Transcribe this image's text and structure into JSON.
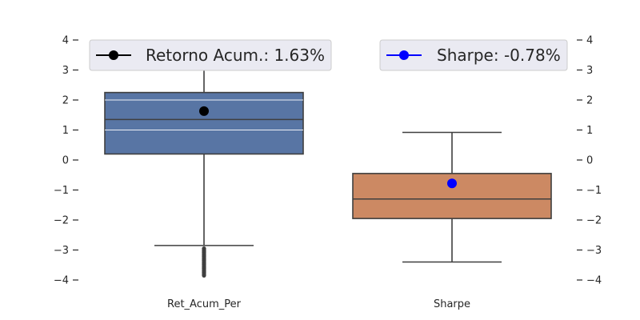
{
  "chart_data": {
    "type": "box",
    "ylim": [
      -4.0,
      4.0
    ],
    "yticks": [
      4,
      3,
      2,
      1,
      0,
      -1,
      -2,
      -3,
      -4
    ],
    "ytick_labels": [
      "4",
      "3",
      "2",
      "1",
      "0",
      "−1",
      "−2",
      "−3",
      "−4"
    ],
    "grid_y": [
      1,
      2
    ],
    "grid": true,
    "left_axis": {
      "series": "Ret_Acum_Per",
      "category_label": "Ret_Acum_Per",
      "color": "#5875a4",
      "box": {
        "whisker_low": -2.85,
        "q1": 0.2,
        "median": 1.35,
        "q3": 2.25,
        "whisker_high": 3.9
      },
      "outliers_range": [
        -3.85,
        -2.95
      ],
      "mean": 1.63,
      "mean_color": "#000000",
      "legend": "Retorno Acum.: 1.63%",
      "legend_position": "top-left"
    },
    "right_axis": {
      "series": "Sharpe",
      "category_label": "Sharpe",
      "color": "#cc8963",
      "box": {
        "whisker_low": -3.4,
        "q1": -1.95,
        "median": -1.3,
        "q3": -0.45,
        "whisker_high": 0.92
      },
      "mean": -0.78,
      "mean_color": "#0000ff",
      "legend": "Sharpe: -0.78%",
      "legend_position": "top-right"
    }
  }
}
